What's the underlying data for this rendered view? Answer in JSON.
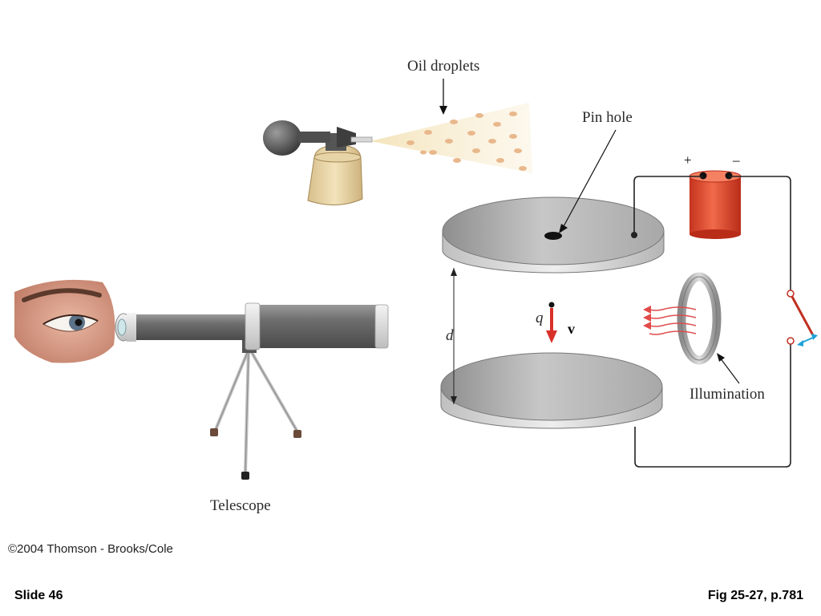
{
  "labels": {
    "oil_droplets": "Oil droplets",
    "pin_hole": "Pin hole",
    "plus": "+",
    "minus": "–",
    "q": "q",
    "v": "v",
    "d": "d",
    "illumination": "Illumination",
    "telescope": "Telescope"
  },
  "footer": {
    "copyright": "©2004 Thomson - Brooks/Cole",
    "slide": "Slide 46",
    "figure": "Fig 25-27, p.781"
  },
  "colors": {
    "plate": "#b9b9b9",
    "battery": "#e0452c",
    "velocity_arrow": "#d9302a",
    "light_arrows": "#e04a4a",
    "switch_arrow": "#1ea3d8",
    "droplet": "#e8b88c"
  },
  "icons": [
    "eye-icon",
    "atomizer-icon",
    "telescope-icon",
    "battery-icon",
    "switch-icon",
    "lamp-icon"
  ]
}
